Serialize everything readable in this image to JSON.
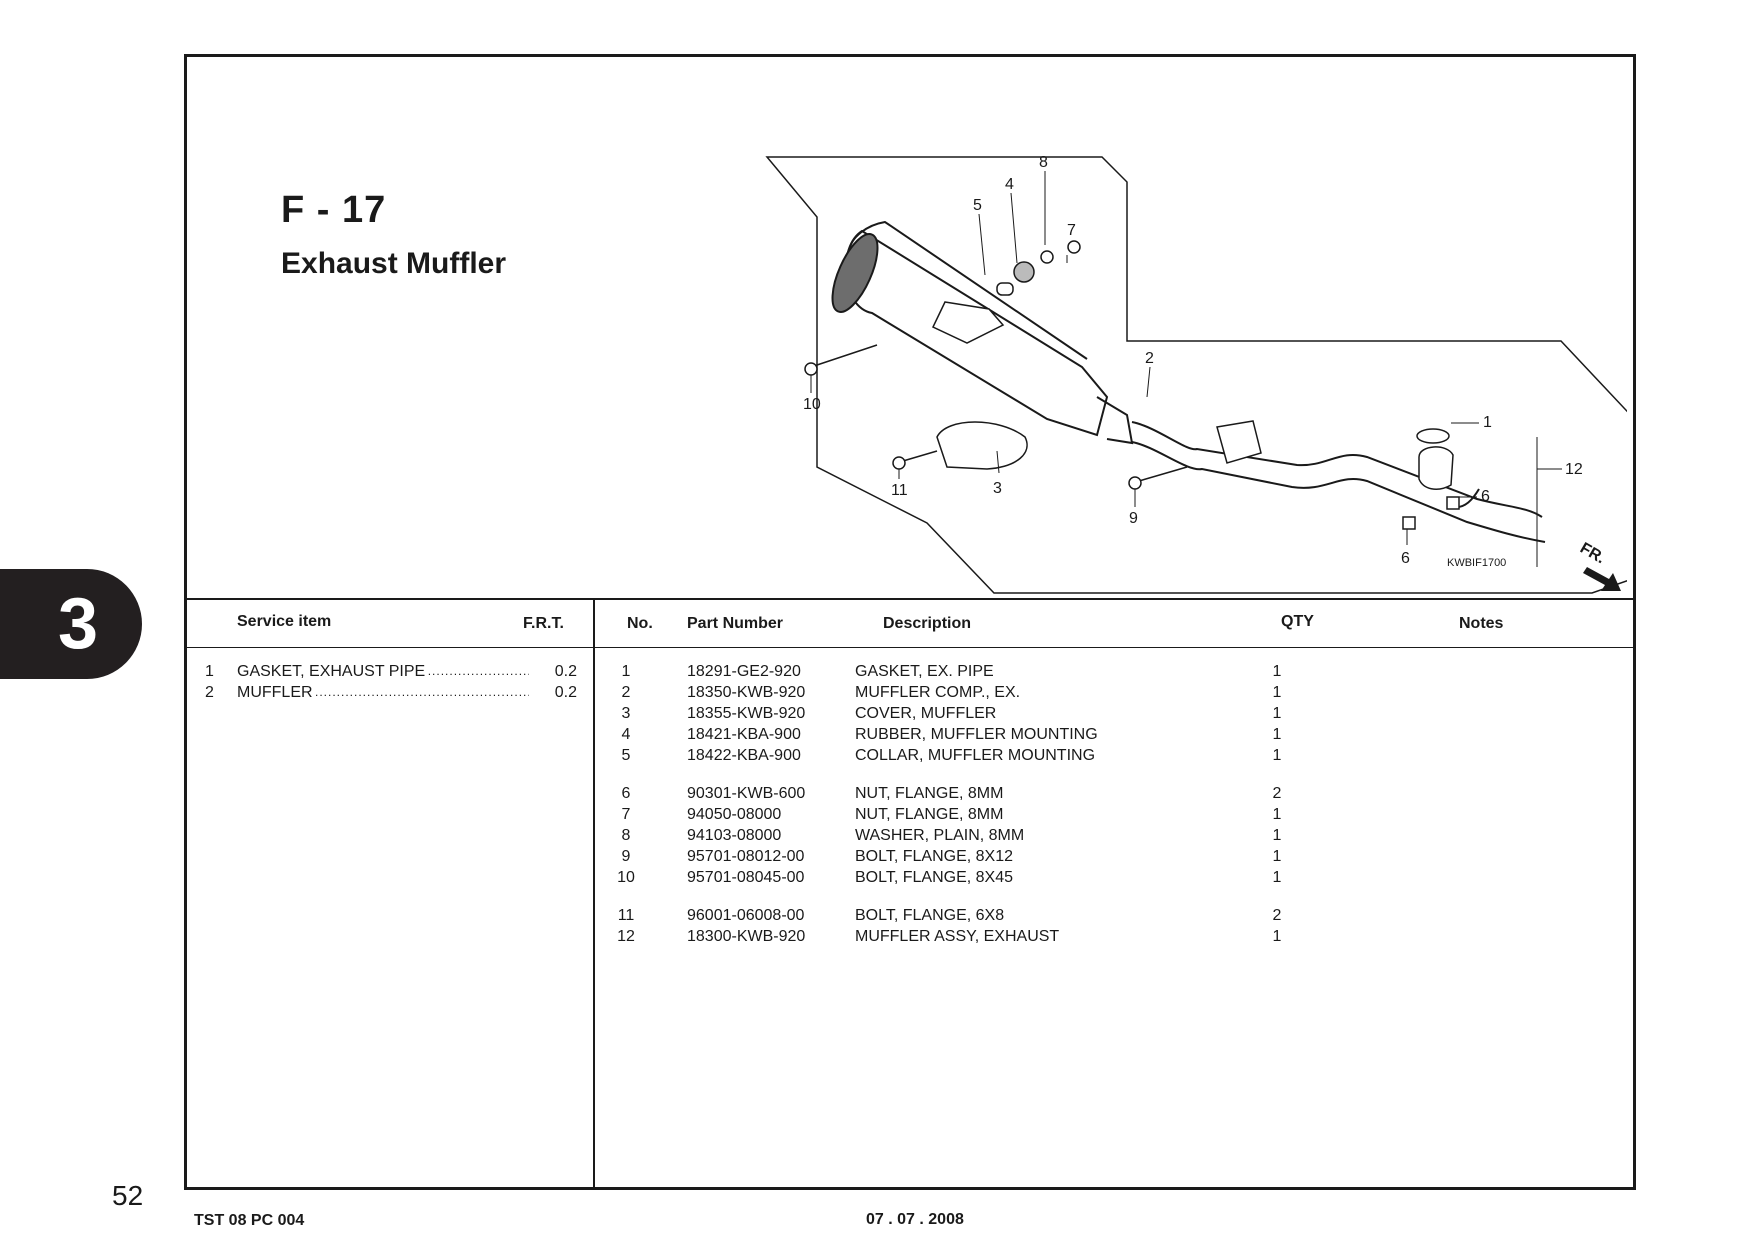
{
  "section_tab": "3",
  "page_number": "52",
  "figure": {
    "code": "F - 17",
    "title": "Exhaust Muffler",
    "ref_code": "KWBIF1700",
    "direction_label": "FR."
  },
  "callouts": [
    "1",
    "2",
    "3",
    "4",
    "5",
    "6",
    "6",
    "7",
    "8",
    "9",
    "10",
    "11",
    "12"
  ],
  "service_table": {
    "headers": {
      "item": "Service item",
      "frt": "F.R.T."
    },
    "rows": [
      {
        "no": "1",
        "item": "GASKET, EXHAUST PIPE",
        "frt": "0.2"
      },
      {
        "no": "2",
        "item": "MUFFLER",
        "frt": "0.2"
      }
    ]
  },
  "parts_table": {
    "headers": {
      "no": "No.",
      "part_number": "Part Number",
      "description": "Description",
      "qty": "QTY",
      "notes": "Notes"
    },
    "rows": [
      {
        "no": "1",
        "part_number": "18291-GE2-920",
        "description": "GASKET, EX. PIPE",
        "qty": "1"
      },
      {
        "no": "2",
        "part_number": "18350-KWB-920",
        "description": "MUFFLER COMP., EX.",
        "qty": "1"
      },
      {
        "no": "3",
        "part_number": "18355-KWB-920",
        "description": "COVER, MUFFLER",
        "qty": "1"
      },
      {
        "no": "4",
        "part_number": "18421-KBA-900",
        "description": "RUBBER, MUFFLER MOUNTING",
        "qty": "1"
      },
      {
        "no": "5",
        "part_number": "18422-KBA-900",
        "description": "COLLAR, MUFFLER MOUNTING",
        "qty": "1"
      },
      {
        "no": "6",
        "part_number": "90301-KWB-600",
        "description": "NUT, FLANGE, 8MM",
        "qty": "2"
      },
      {
        "no": "7",
        "part_number": "94050-08000",
        "description": "NUT, FLANGE, 8MM",
        "qty": "1"
      },
      {
        "no": "8",
        "part_number": "94103-08000",
        "description": "WASHER, PLAIN, 8MM",
        "qty": "1"
      },
      {
        "no": "9",
        "part_number": "95701-08012-00",
        "description": "BOLT, FLANGE, 8X12",
        "qty": "1"
      },
      {
        "no": "10",
        "part_number": "95701-08045-00",
        "description": "BOLT, FLANGE, 8X45",
        "qty": "1"
      },
      {
        "no": "11",
        "part_number": "96001-06008-00",
        "description": "BOLT, FLANGE, 6X8",
        "qty": "2"
      },
      {
        "no": "12",
        "part_number": "18300-KWB-920",
        "description": "MUFFLER ASSY, EXHAUST",
        "qty": "1"
      }
    ]
  },
  "footer": {
    "left": "TST 08 PC 004",
    "center": "07 . 07 . 2008"
  },
  "colors": {
    "ink": "#1a1a1a",
    "tab_bg": "#231f20"
  }
}
